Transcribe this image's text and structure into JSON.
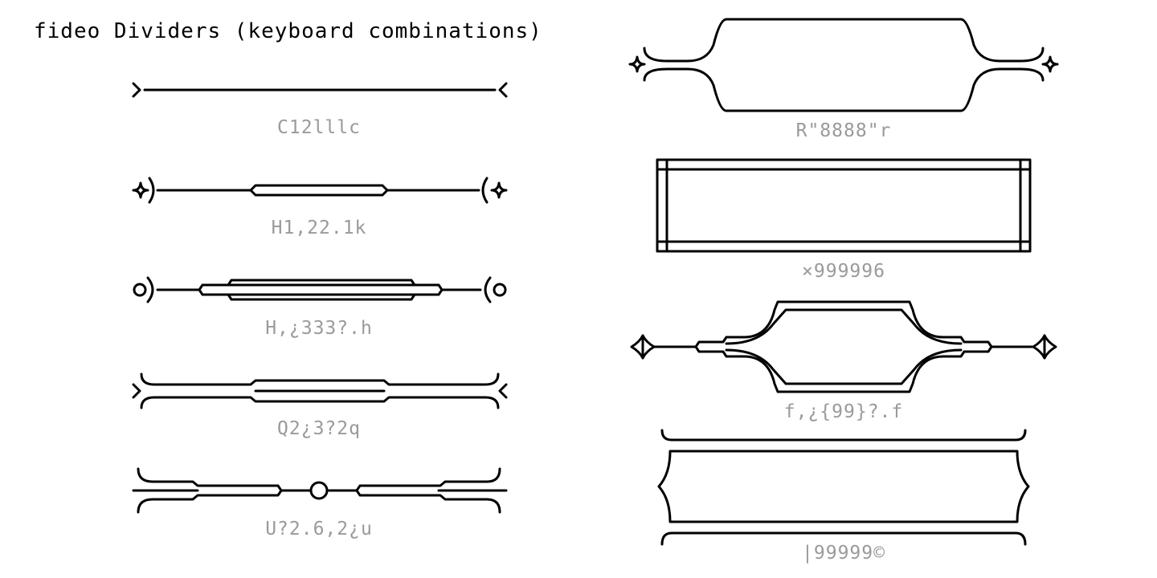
{
  "title": "fideo Dividers (keyboard combinations)",
  "dividers": [
    {
      "caption": "C12lllc"
    },
    {
      "caption": "H1,22.1k"
    },
    {
      "caption": "H,¿333?.h"
    },
    {
      "caption": "Q2¿3?2q"
    },
    {
      "caption": "U?2.6,2¿u"
    },
    {
      "caption": "R\"8888\"r"
    },
    {
      "caption": "×999996"
    },
    {
      "caption": "f,¿{99}?.f"
    },
    {
      "caption": "|99999©"
    }
  ],
  "colors": {
    "ink": "#000000",
    "caption": "#9a9a9a",
    "background": "#ffffff"
  }
}
